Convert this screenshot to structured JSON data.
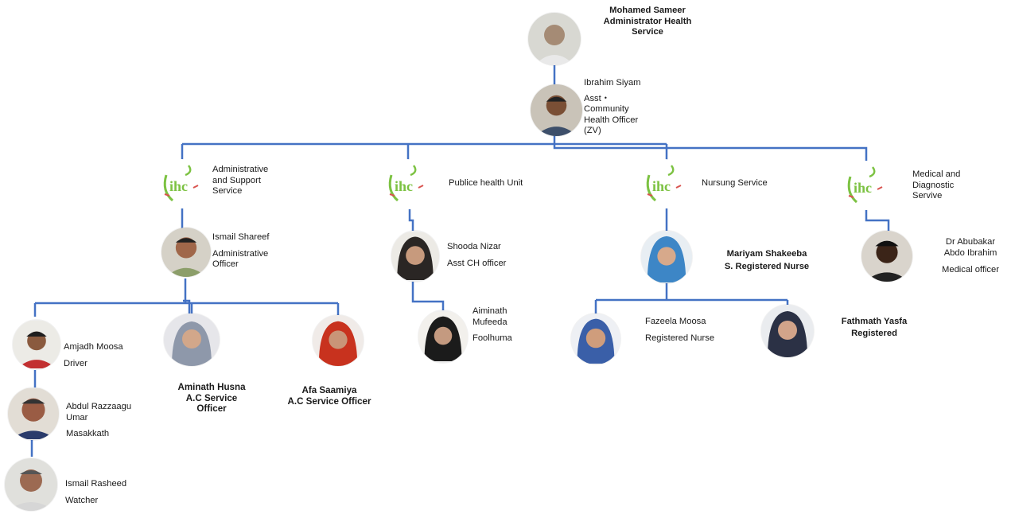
{
  "top": {
    "name": "Mohamed Sameer",
    "role_line1": "Administrator Health",
    "role_line2": "Service"
  },
  "deputy": {
    "name": "Ibrahim Siyam",
    "role_line1": "Asst・",
    "role_line2": "Community",
    "role_line3": "Health Officer",
    "role_line4": "(ZV)"
  },
  "departments": [
    {
      "label_line1": "Administrative",
      "label_line2": "and Support",
      "label_line3": "Service"
    },
    {
      "label_line1": "Publice health Unit"
    },
    {
      "label_line1": "Nursung  Service"
    },
    {
      "label_line1": "Medical and",
      "label_line2": "Diagnostic",
      "label_line3": "Servive"
    }
  ],
  "admin": {
    "head": {
      "name": "Ismail Shareef",
      "role_line1": "Administrative",
      "role_line2": "Officer"
    },
    "staff": [
      {
        "name": "Amjadh Moosa",
        "role": "Driver"
      },
      {
        "name_line1": "Abdul Razzaagu",
        "name_line2": "Umar",
        "role": "Masakkath"
      },
      {
        "name": "Ismail Rasheed",
        "role": "Watcher"
      },
      {
        "name": "Aminath Husna",
        "role_line1": "A.C Service",
        "role_line2": "Officer"
      },
      {
        "name": "Afa Saamiya",
        "role": "A.C Service Officer"
      }
    ]
  },
  "public_health": {
    "head": {
      "name": "Shooda Nizar",
      "role": "Asst CH officer"
    },
    "staff": [
      {
        "name_line1": "Aiminath",
        "name_line2": "Mufeeda",
        "role": "Foolhuma"
      }
    ]
  },
  "nursing": {
    "head": {
      "name": "Mariyam Shakeeba",
      "role": "S. Registered Nurse"
    },
    "staff": [
      {
        "name": "Fazeela Moosa",
        "role": "Registered Nurse"
      },
      {
        "name": "Fathmath Yasfa",
        "role": "Registered"
      }
    ]
  },
  "medical": {
    "head": {
      "name_line1": "Dr Abubakar",
      "name_line2": "Abdo Ibrahim",
      "role": "Medical officer"
    }
  },
  "colors": {
    "connector": "#4472c4",
    "logo_green": "#7cc242",
    "logo_red": "#d9534f"
  }
}
